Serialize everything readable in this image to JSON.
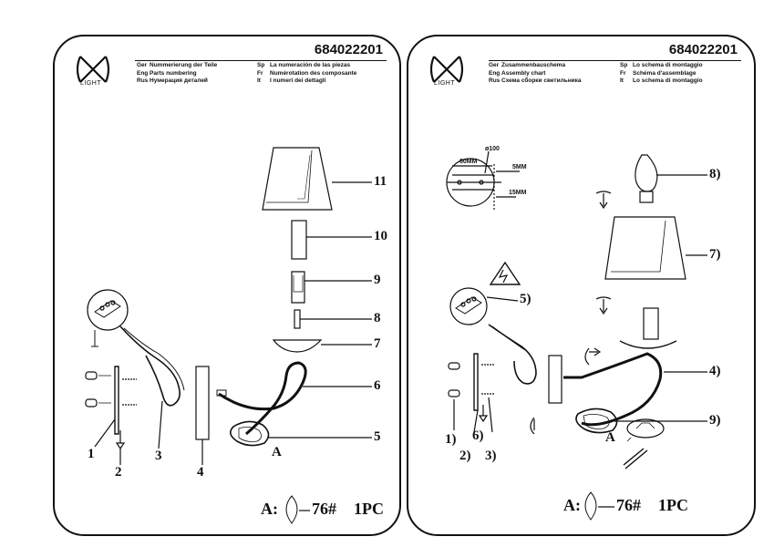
{
  "left": {
    "logo_text": "LIGHT",
    "model": "684022201",
    "langs_left": [
      {
        "code": "Ger",
        "text": "Nummerierung der Teile"
      },
      {
        "code": "Eng",
        "text": "Parts numbering"
      },
      {
        "code": "Rus",
        "text": "Нумерация деталей"
      }
    ],
    "langs_right": [
      {
        "code": "Sp",
        "text": "La numeración de las piezas"
      },
      {
        "code": "Fr",
        "text": "Numérotation des composante"
      },
      {
        "code": "It",
        "text": "I numeri dei dettagli"
      }
    ],
    "callouts": {
      "n11": "11",
      "n10": "10",
      "n9": "9",
      "n8": "8",
      "n7": "7",
      "n6": "6",
      "n5": "5",
      "n4": "4",
      "n3": "3",
      "n2": "2",
      "n1": "1",
      "a": "A"
    },
    "footnote": {
      "label": "A:",
      "value": "76#",
      "qty": "1PC"
    }
  },
  "right": {
    "logo_text": "LIGHT",
    "model": "684022201",
    "langs_left": [
      {
        "code": "Ger",
        "text": "Zusammenbauschema"
      },
      {
        "code": "Eng",
        "text": "Assembly chart"
      },
      {
        "code": "Rus",
        "text": "Схема сборки светильника"
      }
    ],
    "langs_right": [
      {
        "code": "Sp",
        "text": "Lo schema di montaggio"
      },
      {
        "code": "Fr",
        "text": "Schéma d'assemblage"
      },
      {
        "code": "It",
        "text": "Lo schema di montaggio"
      }
    ],
    "measure": {
      "drill": "ø100",
      "w60": "60MM",
      "w5": "5MM",
      "w15": "15MM"
    },
    "callouts": {
      "n8": "8)",
      "n7": "7)",
      "n5": "5)",
      "n4": "4)",
      "n9": "9)",
      "n1": "1)",
      "n2": "2)",
      "n6": "6)",
      "n3": "3)",
      "a": "A"
    },
    "footnote": {
      "label": "A:",
      "value": "76#",
      "qty": "1PC"
    }
  }
}
